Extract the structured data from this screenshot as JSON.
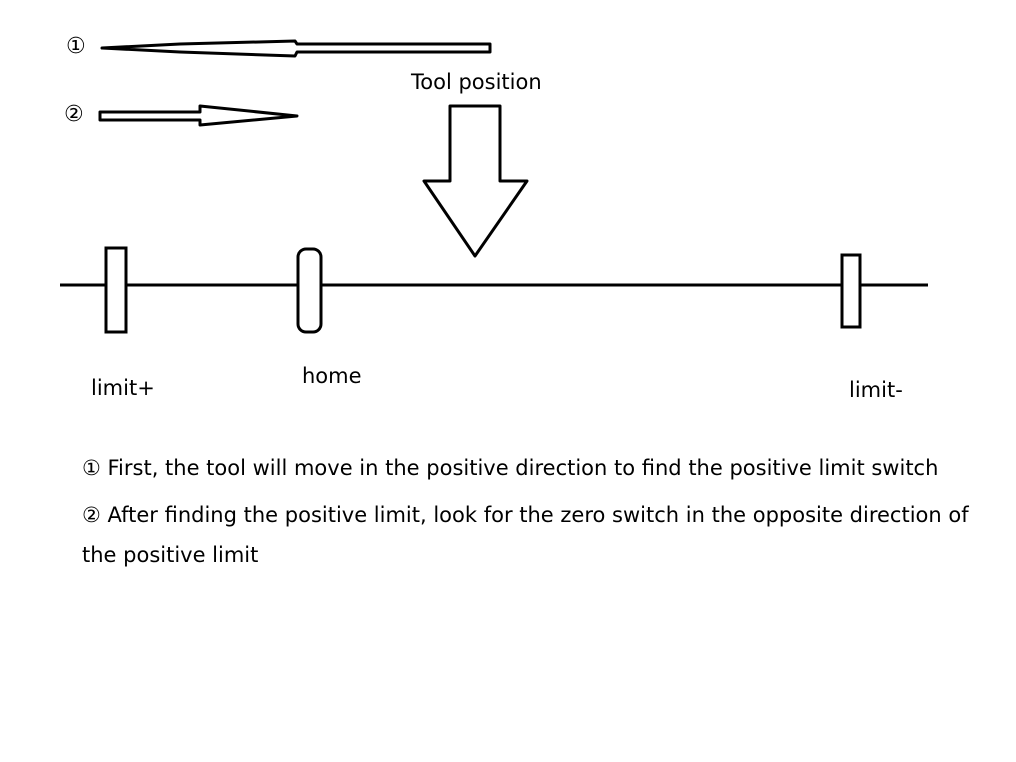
{
  "markers": {
    "one": "①",
    "two": "②"
  },
  "labels": {
    "tool_position": "Tool position",
    "limit_plus": "limit+",
    "home": "home",
    "limit_minus": "limit-"
  },
  "notes": {
    "first": "① First, the tool will move in the positive direction to find the positive limit switch",
    "second": "② After finding the positive limit, look for the zero switch in the opposite direction of the positive limit"
  },
  "colors": {
    "stroke": "#000000",
    "background": "#ffffff"
  }
}
